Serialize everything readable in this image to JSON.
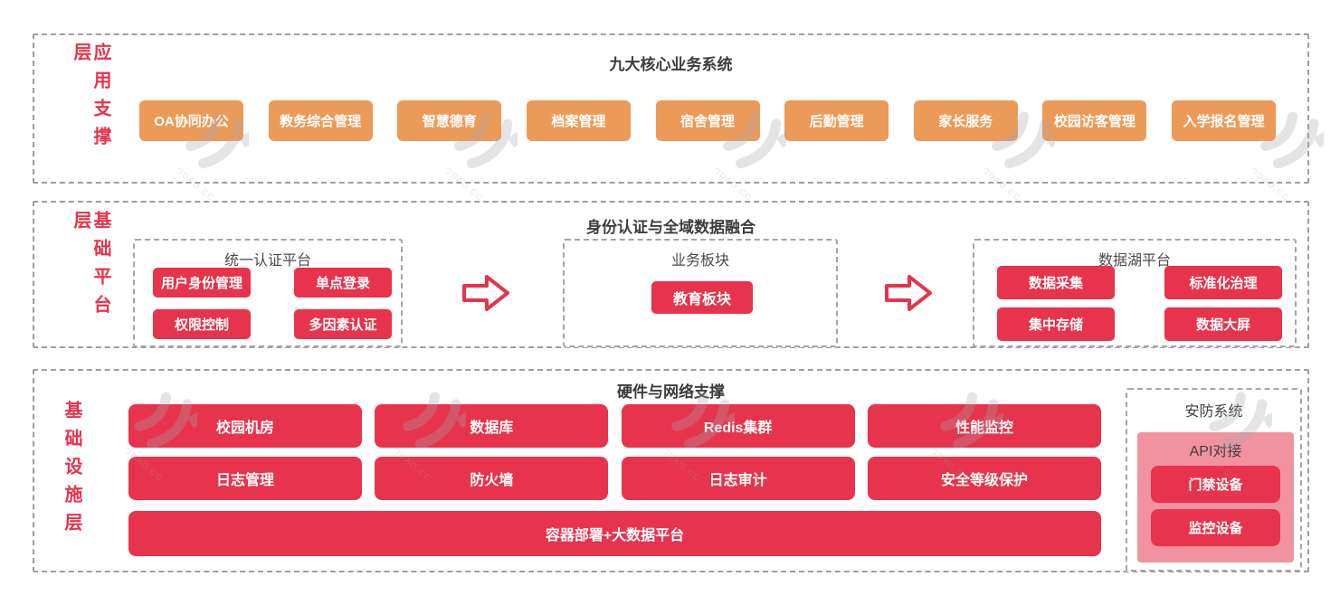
{
  "colors": {
    "red": "#E7334B",
    "orange": "#EC9A57",
    "pink_panel": "#F192A0",
    "dashed_border": "#9E9E9E",
    "title_text": "#3C3C3C",
    "group_title_text": "#4A4A4A",
    "layer_label": "#E7334B",
    "watermark_gray": "#A7A9AF"
  },
  "watermark": {
    "text": "MODAO.CC"
  },
  "layers": {
    "app": {
      "label": "应用支撑层",
      "title": "九大核心业务系统",
      "buttons": [
        "OA协同办公",
        "教务综合管理",
        "智慧德育",
        "档案管理",
        "宿舍管理",
        "后勤管理",
        "家长服务",
        "校园访客管理",
        "入学报名管理"
      ]
    },
    "platform": {
      "label": "基础平台层",
      "title": "身份认证与全域数据融合",
      "groups": [
        {
          "title": "统一认证平台",
          "buttons": [
            "用户身份管理",
            "单点登录",
            "权限控制",
            "多因素认证"
          ]
        },
        {
          "title": "业务板块",
          "buttons": [
            "教育板块"
          ]
        },
        {
          "title": "数据湖平台",
          "buttons": [
            "数据采集",
            "标准化治理",
            "集中存储",
            "数据大屏"
          ]
        }
      ]
    },
    "infra": {
      "label": "基础设施层",
      "title": "硬件与网络支撑",
      "row1": [
        "校园机房",
        "数据库",
        "Redis集群",
        "性能监控"
      ],
      "row2": [
        "日志管理",
        "防火墙",
        "日志审计",
        "安全等级保护"
      ],
      "wide": "容器部署+大数据平台",
      "security": {
        "title": "安防系统",
        "panel_title": "API对接",
        "buttons": [
          "门禁设备",
          "监控设备"
        ]
      }
    }
  }
}
